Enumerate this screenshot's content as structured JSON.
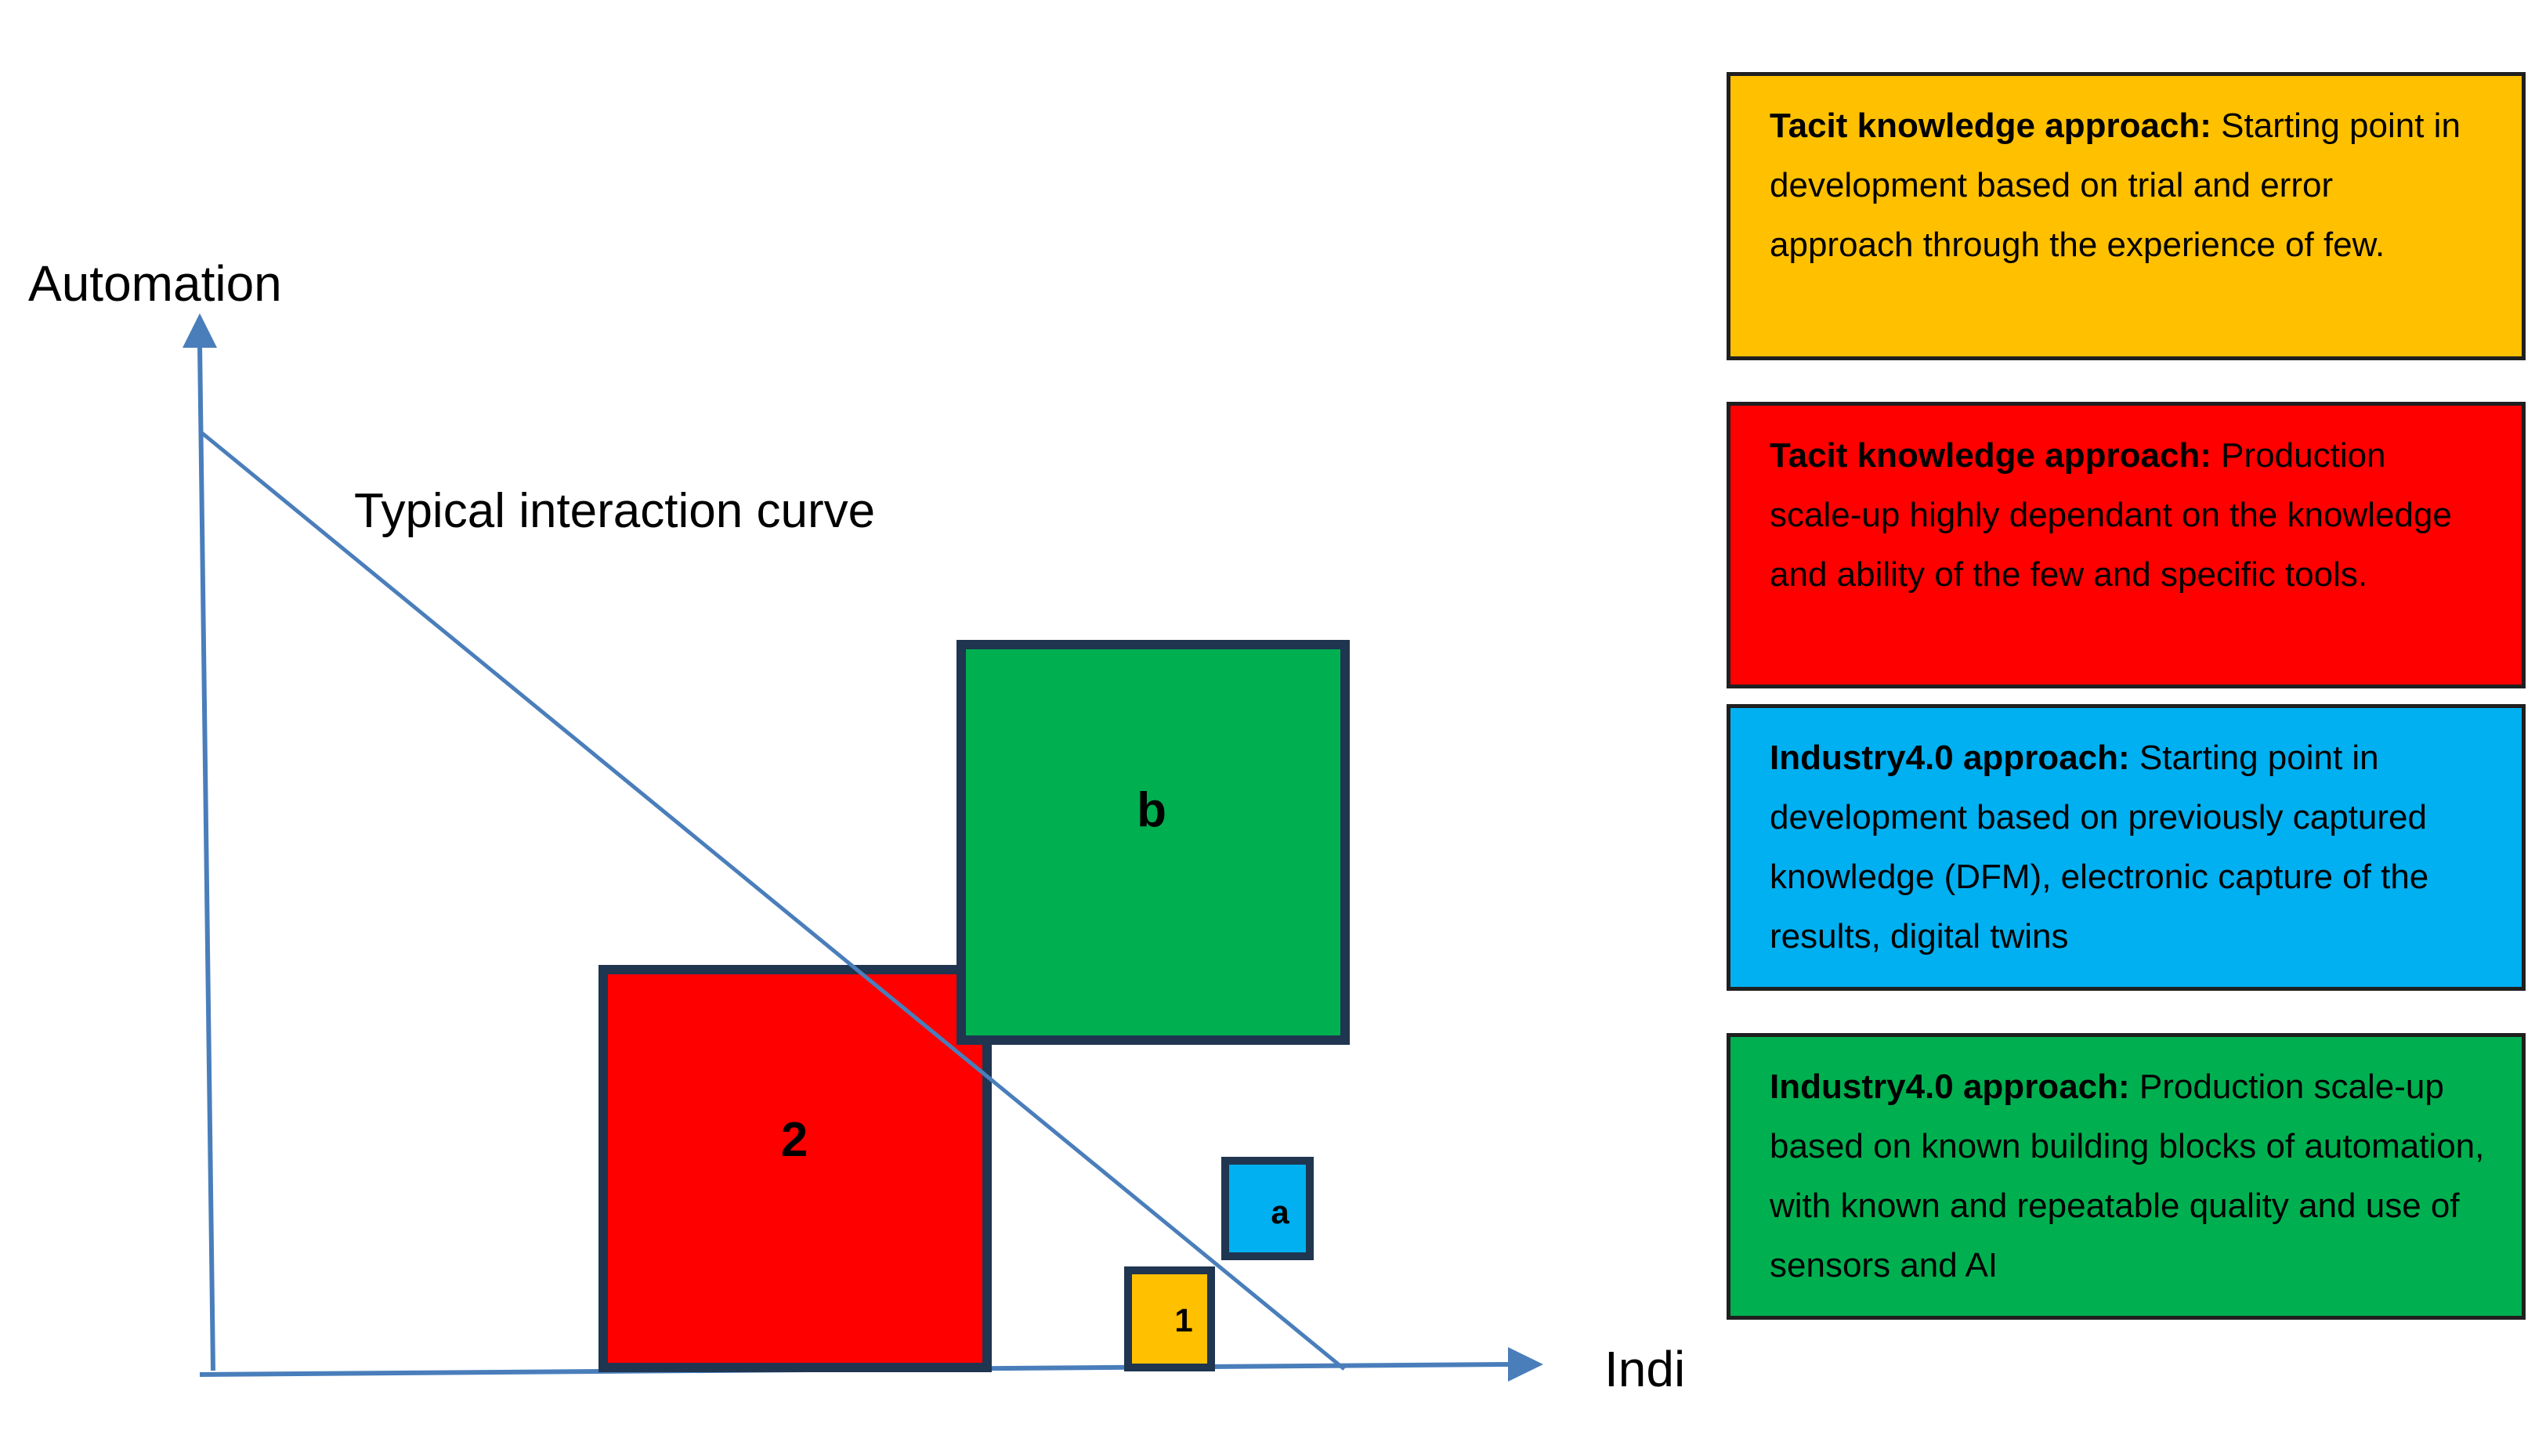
{
  "axes": {
    "y_label": "Automation",
    "x_label": "Individualisation",
    "axis_color": "#4a7ebb",
    "curve_label": "Typical interaction curve"
  },
  "blocks": {
    "red_2": {
      "label": "2",
      "color": "#ff0000"
    },
    "green_b": {
      "label": "b",
      "color": "#00b050"
    },
    "blue_a": {
      "label": "a",
      "color": "#00b0f0"
    },
    "yellow_1": {
      "label": "1",
      "color": "#ffc000"
    },
    "border_color": "#1f3550"
  },
  "legend": [
    {
      "title": "Tacit knowledge approach:",
      "text": " Starting point in development based on trial and error approach through the experience of few.",
      "color": "#ffc000"
    },
    {
      "title": "Tacit knowledge approach:",
      "text": " Production scale-up highly dependant on the knowledge and ability of the few and specific tools.",
      "color": "#ff0000"
    },
    {
      "title": "Industry4.0 approach:",
      "text": " Starting point in development based on previously captured knowledge (DFM), electronic capture of the results, digital twins",
      "color": "#00b0f0"
    },
    {
      "title": "Industry4.0 approach:",
      "text": " Production scale-up based on known building blocks of automation, with known and repeatable quality and use of sensors and AI",
      "color": "#00b050"
    }
  ]
}
